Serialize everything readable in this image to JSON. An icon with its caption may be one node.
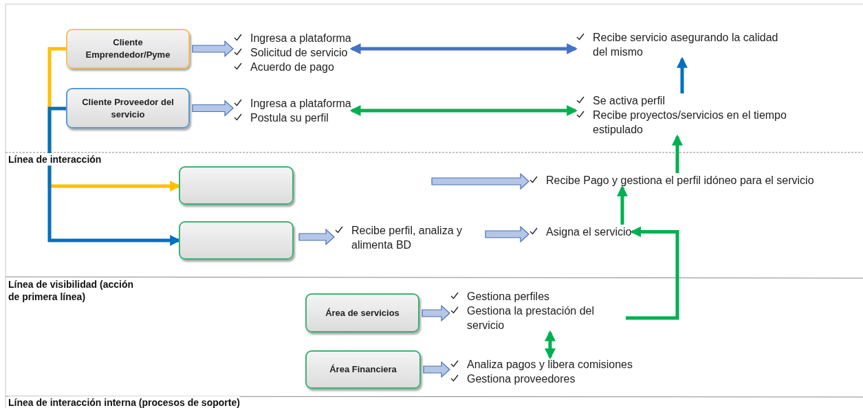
{
  "diagram": {
    "nodes": [
      {
        "text": [
          "Cliente Emprendedor/Pyme"
        ]
      },
      {
        "text": [
          "Ingresa a plataforma",
          "Solicitud de servicio",
          "Acuerdo de pago"
        ]
      },
      {
        "text": [
          "Recibe servicio asegurando la calidad del mismo"
        ]
      },
      {
        "text": [
          "Cliente Proveedor del servicio"
        ]
      },
      {
        "text": [
          "Ingresa a plataforma",
          "Postula su perfil"
        ]
      },
      {
        "text": [
          "Se activa perfil",
          "Recibe proyectos/servicios en el tiempo estipulado"
        ]
      },
      {
        "text": [],
        "shape": "box"
      },
      {
        "text": [
          "Recibe Pago y gestiona el perfil idóneo para el servicio"
        ]
      },
      {
        "text": [],
        "shape": "box"
      },
      {
        "text": [
          "Recibe perfil, analiza y alimenta BD"
        ]
      },
      {
        "text": [
          "Asigna el servicio"
        ]
      },
      {
        "text": [
          "Área de servicios"
        ]
      },
      {
        "text": [
          "Gestiona perfiles",
          "Gestiona la prestación del servicio"
        ]
      },
      {
        "text": [
          "Área Financiera"
        ]
      },
      {
        "text": [
          "Analiza pagos y libera comisiones",
          "Gestiona proveedores"
        ]
      }
    ],
    "edges": [
      {
        "from": 0,
        "to": 1,
        "arrow": "to"
      },
      {
        "from": 1,
        "to": 2,
        "arrow": "both",
        "color": "#4472c4"
      },
      {
        "from": 3,
        "to": 4,
        "arrow": "to"
      },
      {
        "from": 4,
        "to": 5,
        "arrow": "both",
        "color": "#00b050"
      },
      {
        "from": 5,
        "to": 2,
        "arrow": "to",
        "color": "#0070c0"
      },
      {
        "from": 0,
        "to": 6,
        "arrow": "to",
        "color": "#ffc000"
      },
      {
        "from": 3,
        "to": 8,
        "arrow": "to",
        "color": "#0070c0"
      },
      {
        "from": null,
        "to": 7,
        "arrow": "to"
      },
      {
        "from": 7,
        "to": 5,
        "arrow": "to",
        "color": "#00b050"
      },
      {
        "from": 8,
        "to": 9,
        "arrow": "to"
      },
      {
        "from": 9,
        "to": 10,
        "arrow": "to"
      },
      {
        "from": 10,
        "to": 7,
        "arrow": "to",
        "color": "#00b050"
      },
      {
        "from": 12,
        "to": 10,
        "arrow": "to",
        "color": "#00b050"
      },
      {
        "from": 11,
        "to": 12,
        "arrow": "to"
      },
      {
        "from": 12,
        "to": 14,
        "arrow": "both",
        "color": "#00b050"
      },
      {
        "from": 13,
        "to": 14,
        "arrow": "to"
      }
    ],
    "labels": [
      "Línea de interacción",
      "Línea de visibilidad (acción de primera línea)",
      "Línea de interacción interna (procesos de soporte)"
    ]
  }
}
